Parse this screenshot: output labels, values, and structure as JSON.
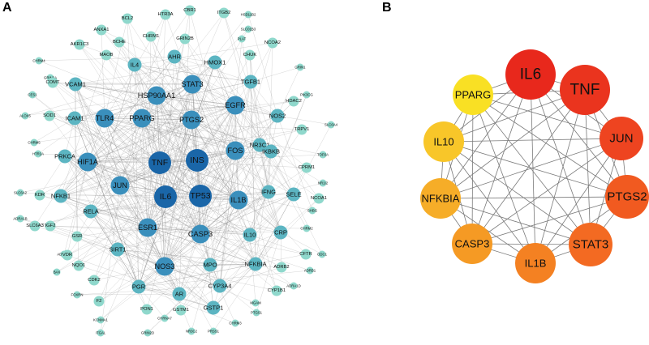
{
  "panel_a": {
    "letter": "A",
    "colors": {
      "small": "#8fd8cc",
      "mid": "#5cb5c2",
      "large": "#3a8fbc",
      "core": "#1a66a8",
      "edge": "#8a8a8a"
    },
    "nodes": [
      {
        "id": "TNF",
        "tier": 4
      },
      {
        "id": "INS",
        "tier": 4
      },
      {
        "id": "IL6",
        "tier": 4
      },
      {
        "id": "TP53",
        "tier": 4
      },
      {
        "id": "PPARG",
        "tier": 3
      },
      {
        "id": "PTGS2",
        "tier": 3
      },
      {
        "id": "JUN",
        "tier": 3
      },
      {
        "id": "IL1B",
        "tier": 3
      },
      {
        "id": "ESR1",
        "tier": 3
      },
      {
        "id": "CASP3",
        "tier": 3
      },
      {
        "id": "HIF1A",
        "tier": 3
      },
      {
        "id": "FOS",
        "tier": 3
      },
      {
        "id": "HSP90AA1",
        "tier": 3
      },
      {
        "id": "STAT3",
        "tier": 3
      },
      {
        "id": "EGFR",
        "tier": 3
      },
      {
        "id": "TLR4",
        "tier": 3
      },
      {
        "id": "NOS3",
        "tier": 3
      },
      {
        "id": "IL4",
        "tier": 2
      },
      {
        "id": "AHR",
        "tier": 2
      },
      {
        "id": "HMOX1",
        "tier": 2
      },
      {
        "id": "VCAM1",
        "tier": 2
      },
      {
        "id": "TGFB1",
        "tier": 2
      },
      {
        "id": "ICAM1",
        "tier": 2
      },
      {
        "id": "NOS2",
        "tier": 2
      },
      {
        "id": "NR3C1",
        "tier": 2
      },
      {
        "id": "IKBKB",
        "tier": 2
      },
      {
        "id": "PRKCA",
        "tier": 2
      },
      {
        "id": "NFKB1",
        "tier": 2
      },
      {
        "id": "IFNG",
        "tier": 2
      },
      {
        "id": "SELE",
        "tier": 2
      },
      {
        "id": "RELA",
        "tier": 2
      },
      {
        "id": "IL10",
        "tier": 2
      },
      {
        "id": "CRP",
        "tier": 2
      },
      {
        "id": "SIRT1",
        "tier": 2
      },
      {
        "id": "MPO",
        "tier": 2
      },
      {
        "id": "NFKBIA",
        "tier": 2
      },
      {
        "id": "PGR",
        "tier": 2
      },
      {
        "id": "AR",
        "tier": 2
      },
      {
        "id": "CYP3A4",
        "tier": 2
      },
      {
        "id": "GSTP1",
        "tier": 2
      },
      {
        "id": "CHUK",
        "tier": 1
      },
      {
        "id": "HDAC2",
        "tier": 1
      },
      {
        "id": "SOD1",
        "tier": 1
      },
      {
        "id": "KDR",
        "tier": 1
      },
      {
        "id": "CPRM1",
        "tier": 1
      },
      {
        "id": "SLC6A3",
        "tier": 1
      },
      {
        "id": "IGF2",
        "tier": 1
      },
      {
        "id": "GSR",
        "tier": 1
      },
      {
        "id": "VDR",
        "tier": 1
      },
      {
        "id": "NQO1",
        "tier": 1
      },
      {
        "id": "CDK2",
        "tier": 1
      },
      {
        "id": "F2",
        "tier": 1
      },
      {
        "id": "CFTR",
        "tier": 1
      },
      {
        "id": "ADRB2",
        "tier": 1
      },
      {
        "id": "CYP1B1",
        "tier": 1
      },
      {
        "id": "PON1",
        "tier": 1
      },
      {
        "id": "GSTM1",
        "tier": 1
      },
      {
        "id": "NCOA1",
        "tier": 1
      },
      {
        "id": "COMT",
        "tier": 1
      },
      {
        "id": "BCHE",
        "tier": 1
      },
      {
        "id": "CHRM1",
        "tier": 1
      },
      {
        "id": "GRIN2B",
        "tier": 1
      },
      {
        "id": "NCOA2",
        "tier": 1
      },
      {
        "id": "TRPV1",
        "tier": 1
      },
      {
        "id": "ANXA1",
        "tier": 1
      },
      {
        "id": "AKR1C3",
        "tier": 1
      },
      {
        "id": "MAOB",
        "tier": 1
      },
      {
        "id": "BCL2",
        "tier": 1
      },
      {
        "id": "HTR3A",
        "tier": 1
      },
      {
        "id": "CBR1",
        "tier": 1
      },
      {
        "id": "ITGB2",
        "tier": 1
      },
      {
        "id": "HSD11B2",
        "tier": 0
      },
      {
        "id": "SLC01B3",
        "tier": 0
      },
      {
        "id": "PLAT",
        "tier": 0
      },
      {
        "id": "GRIN1",
        "tier": 0
      },
      {
        "id": "PIK3CG",
        "tier": 0
      },
      {
        "id": "SLC6A4",
        "tier": 0
      },
      {
        "id": "TOP2A",
        "tier": 0
      },
      {
        "id": "NR1I2",
        "tier": 0
      },
      {
        "id": "SHBG",
        "tier": 0
      },
      {
        "id": "CHRM2",
        "tier": 0
      },
      {
        "id": "ODC1",
        "tier": 0
      },
      {
        "id": "ADRB1",
        "tier": 0
      },
      {
        "id": "ADRA1D",
        "tier": 0
      },
      {
        "id": "MGAM",
        "tier": 0
      },
      {
        "id": "PTGS1",
        "tier": 0
      },
      {
        "id": "CHRM3",
        "tier": 0
      },
      {
        "id": "PRSS1",
        "tier": 0
      },
      {
        "id": "NR3C2",
        "tier": 0
      },
      {
        "id": "GRIN2D",
        "tier": 0
      },
      {
        "id": "CHRNA7",
        "tier": 0
      },
      {
        "id": "KCNMA1",
        "tier": 0
      },
      {
        "id": "ITGAL",
        "tier": 0
      },
      {
        "id": "FOXRN",
        "tier": 0
      },
      {
        "id": "BAX",
        "tier": 0
      },
      {
        "id": "ADRA1A",
        "tier": 0
      },
      {
        "id": "ADRA1B",
        "tier": 0
      },
      {
        "id": "SLC6A2",
        "tier": 0
      },
      {
        "id": "HTR2A",
        "tier": 0
      },
      {
        "id": "CHRM5",
        "tier": 0
      },
      {
        "id": "ALOX5",
        "tier": 0
      },
      {
        "id": "CES1",
        "tier": 0
      },
      {
        "id": "GRIN2A",
        "tier": 0
      },
      {
        "id": "CHRM4",
        "tier": 0
      }
    ]
  },
  "panel_b": {
    "letter": "B",
    "edge_color": "#7a7a7a",
    "nodes": [
      {
        "id": "IL6",
        "color": "#e8281c",
        "size": 3
      },
      {
        "id": "TNF",
        "color": "#ea341e",
        "size": 3
      },
      {
        "id": "JUN",
        "color": "#ee4420",
        "size": 2
      },
      {
        "id": "PTGS2",
        "color": "#f15a20",
        "size": 2
      },
      {
        "id": "STAT3",
        "color": "#f36a22",
        "size": 2
      },
      {
        "id": "IL1B",
        "color": "#f48122",
        "size": 1
      },
      {
        "id": "CASP3",
        "color": "#f59a24",
        "size": 1
      },
      {
        "id": "NFKBIA",
        "color": "#f6ad28",
        "size": 1
      },
      {
        "id": "IL10",
        "color": "#f8c629",
        "size": 1
      },
      {
        "id": "PPARG",
        "color": "#f9e024",
        "size": 1
      }
    ]
  }
}
